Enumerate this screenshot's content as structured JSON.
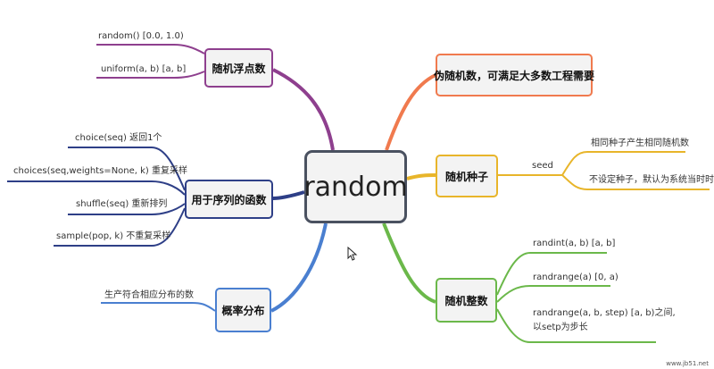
{
  "center": {
    "label": "random"
  },
  "branches": {
    "float": {
      "label": "随机浮点数",
      "color": "#8e3f8e",
      "leaves": [
        "random()     [0.0, 1.0)",
        "uniform(a, b)     [a, b]"
      ]
    },
    "sequence": {
      "label": "用于序列的函数",
      "color": "#2e3f87",
      "leaves": [
        "choice(seq)     返回1个",
        "choices(seq,weights=None, k)     重复采样",
        "shuffle(seq)     重新排列",
        "sample(pop, k)     不重复采样"
      ]
    },
    "distribution": {
      "label": "概率分布",
      "color": "#4a7fd0",
      "leaves": [
        "生产符合相应分布的数"
      ]
    },
    "pseudo": {
      "label": "伪随机数，可满足大多数工程需要",
      "color": "#f07a4e"
    },
    "seed": {
      "label": "随机种子",
      "color": "#e8b52a",
      "seed_word": "seed",
      "leaves": [
        "相同种子产生相同随机数",
        "不设定种子，默认为系统当时时间"
      ]
    },
    "integer": {
      "label": "随机整数",
      "color": "#6bb84a",
      "leaves": [
        "randint(a, b)     [a, b]",
        "randrange(a)     [0, a)",
        "randrange(a, b, step)     [a, b)之间,",
        "以setp为步长"
      ]
    }
  },
  "watermark": "www.jb51.net"
}
